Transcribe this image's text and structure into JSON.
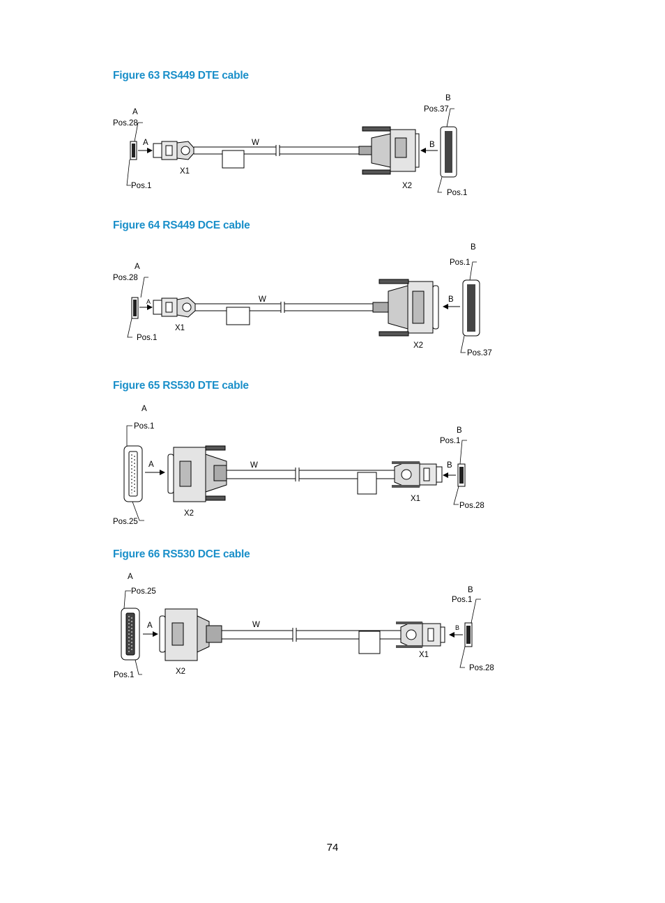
{
  "figures": [
    {
      "caption": "Figure 63 RS449 DTE cable",
      "labels": {
        "end_a": "A",
        "a_top_pos": "Pos.28",
        "a_bottom_pos": "Pos.1",
        "arrow_a": "A",
        "cable": "W",
        "connector_1": "X1",
        "connector_2": "X2",
        "arrow_b": "B",
        "end_b": "B",
        "b_top_pos": "Pos.37",
        "b_bottom_pos": "Pos.1"
      }
    },
    {
      "caption": "Figure 64 RS449 DCE cable",
      "labels": {
        "end_a": "A",
        "a_top_pos": "Pos.28",
        "a_bottom_pos": "Pos.1",
        "arrow_a": "A",
        "cable": "W",
        "connector_1": "X1",
        "connector_2": "X2",
        "arrow_b": "B",
        "end_b": "B",
        "b_top_pos": "Pos.1",
        "b_bottom_pos": "Pos.37"
      }
    },
    {
      "caption": "Figure 65 RS530 DTE cable",
      "labels": {
        "end_a": "A",
        "a_top_pos": "Pos.1",
        "a_bottom_pos": "Pos.25",
        "arrow_a": "A",
        "cable": "W",
        "connector_2": "X2",
        "connector_1": "X1",
        "arrow_b": "B",
        "end_b": "B",
        "b_top_pos": "Pos.1",
        "b_bottom_pos": "Pos.28"
      }
    },
    {
      "caption": "Figure 66 RS530 DCE cable",
      "labels": {
        "end_a": "A",
        "a_top_pos": "Pos.25",
        "a_bottom_pos": "Pos.1",
        "arrow_a": "A",
        "cable": "W",
        "connector_2": "X2",
        "connector_1": "X1",
        "arrow_b": "B",
        "end_b": "B",
        "b_top_pos": "Pos.1",
        "b_bottom_pos": "Pos.28"
      }
    }
  ],
  "page_number": "74"
}
